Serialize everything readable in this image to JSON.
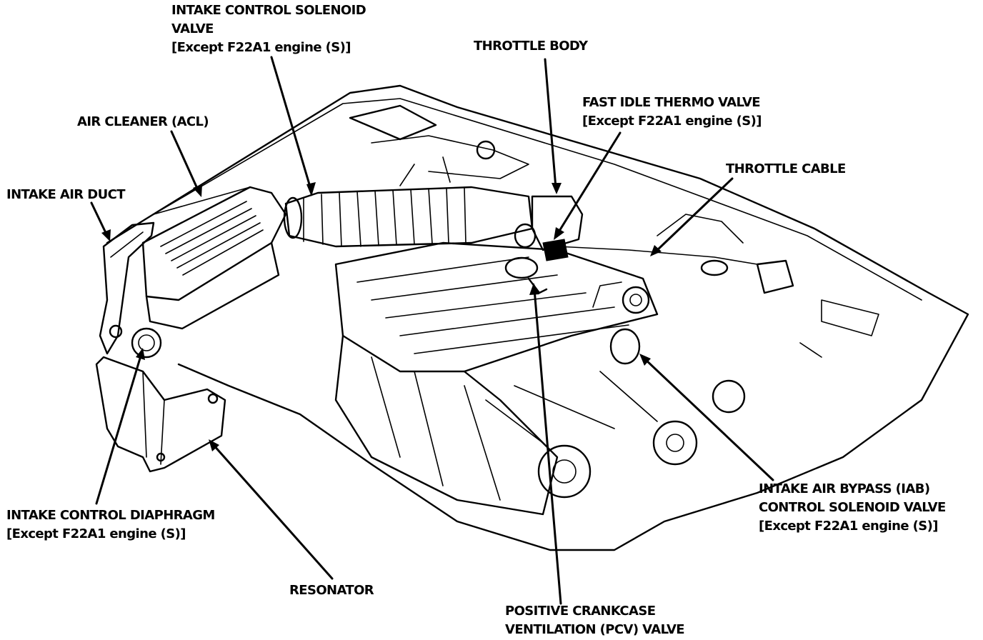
{
  "labels": {
    "intake_control_solenoid_valve": {
      "lines": [
        "INTAKE CONTROL SOLENOID",
        "VALVE",
        "[Except F22A1 engine (S)]"
      ]
    },
    "throttle_body": {
      "lines": [
        "THROTTLE BODY"
      ]
    },
    "fast_idle_thermo_valve": {
      "lines": [
        "FAST IDLE THERMO VALVE",
        "[Except F22A1 engine (S)]"
      ]
    },
    "air_cleaner": {
      "lines": [
        "AIR CLEANER (ACL)"
      ]
    },
    "throttle_cable": {
      "lines": [
        "THROTTLE CABLE"
      ]
    },
    "intake_air_duct": {
      "lines": [
        "INTAKE AIR DUCT"
      ]
    },
    "intake_control_diaphragm": {
      "lines": [
        "INTAKE CONTROL DIAPHRAGM",
        "[Except F22A1 engine (S)]"
      ]
    },
    "resonator": {
      "lines": [
        "RESONATOR"
      ]
    },
    "intake_air_bypass_solenoid": {
      "lines": [
        "INTAKE AIR BYPASS (IAB)",
        "CONTROL SOLENOID VALVE",
        "[Except F22A1 engine (S)]"
      ]
    },
    "pcv_valve": {
      "lines": [
        "POSITIVE CRANKCASE",
        "VENTILATION (PCV) VALVE"
      ]
    }
  }
}
